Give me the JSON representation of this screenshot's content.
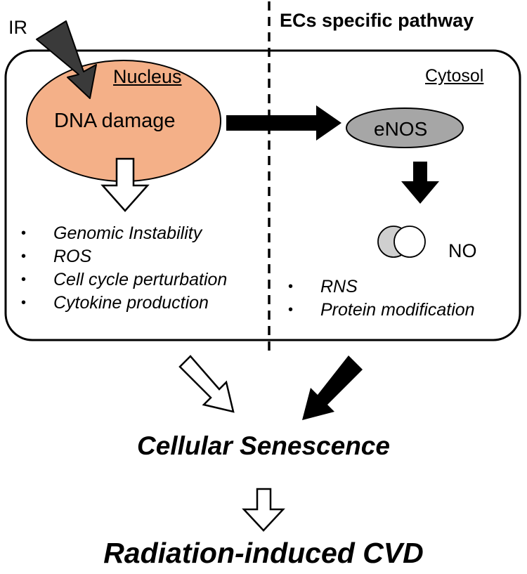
{
  "labels": {
    "ir": "IR",
    "ecs_pathway": "ECs specific pathway",
    "nucleus": "Nucleus",
    "dna_damage": "DNA damage",
    "cytosol": "Cytosol",
    "enos": "eNOS",
    "no": "NO"
  },
  "left_effects": [
    "Genomic Instability",
    "ROS",
    "Cell cycle perturbation",
    "Cytokine production"
  ],
  "right_effects": [
    "RNS",
    "Protein modification"
  ],
  "outcome": "Cellular Senescence",
  "final_outcome": "Radiation-induced CVD",
  "colors": {
    "nucleus_fill": "#F4B088",
    "enos_fill": "#A6A6A6",
    "no_fill": "#CFCFCF",
    "lightning_fill": "#3A3A3A",
    "stroke": "#000000"
  },
  "icons": {
    "ir": "lightning-bolt-icon",
    "no": "no-molecule-icon"
  }
}
